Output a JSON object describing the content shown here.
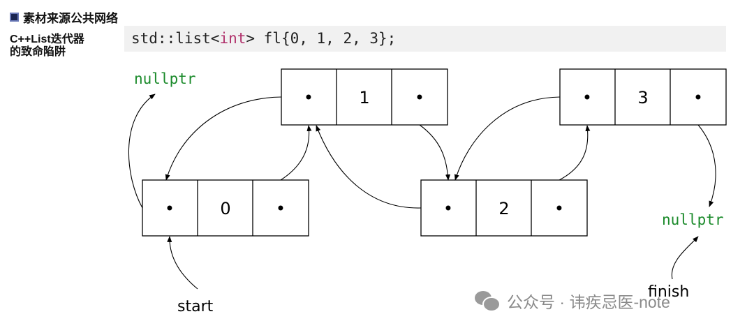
{
  "side": {
    "heading": "素材来源公共网络",
    "subtitle": "C++List迭代器的致命陷阱"
  },
  "code": {
    "prefix": "std::list<",
    "keyword": "int",
    "rest": "> fl{0, 1, 2, 3};"
  },
  "nodes": [
    {
      "value": "0",
      "prev": "•",
      "next": "•"
    },
    {
      "value": "1",
      "prev": "•",
      "next": "•"
    },
    {
      "value": "2",
      "prev": "•",
      "next": "•"
    },
    {
      "value": "3",
      "prev": "•",
      "next": "•"
    }
  ],
  "labels": {
    "null_left": "nullptr",
    "null_right": "nullptr",
    "start": "start",
    "finish": "finish"
  },
  "watermark": {
    "text": "公众号 · 讳疾忌医-note",
    "icon": "wechat-icon"
  },
  "colors": {
    "nullptr": "#1a8a2a",
    "keyword": "#b0306a",
    "code_bg": "#f1f1f1"
  }
}
